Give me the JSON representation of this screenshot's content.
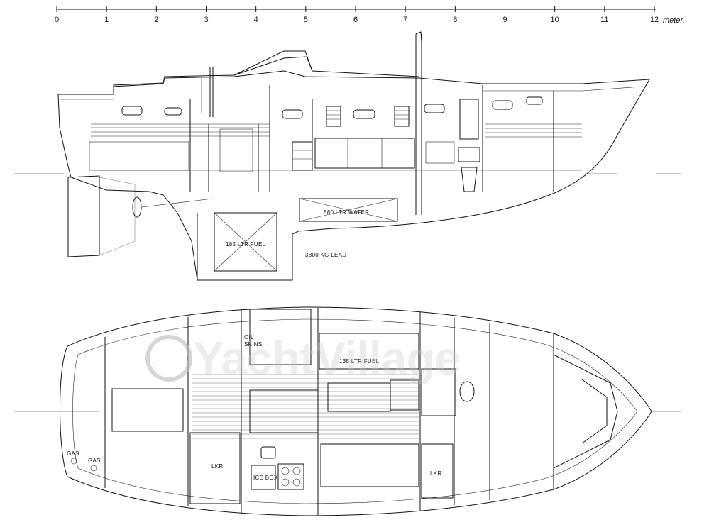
{
  "scale": {
    "ticks": [
      "0",
      "1",
      "2",
      "3",
      "4",
      "5",
      "6",
      "7",
      "8",
      "9",
      "10",
      "11",
      "12"
    ],
    "unit": "meter."
  },
  "profile": {
    "labels": {
      "water": "580 LTR WATER",
      "fuel": "185 LTR FUEL",
      "lead": "3800 KG LEAD"
    }
  },
  "plan": {
    "labels": {
      "oil_skins_1": "OIL",
      "oil_skins_2": "SKINS",
      "fuel": "135 LTR FUEL",
      "locker_aft": "LKR",
      "locker_fwd": "LKR",
      "ice_box": "ICE BOX",
      "gas_1": "GAS",
      "gas_2": "GAS"
    }
  },
  "watermark": {
    "text": "YachtVillage"
  }
}
